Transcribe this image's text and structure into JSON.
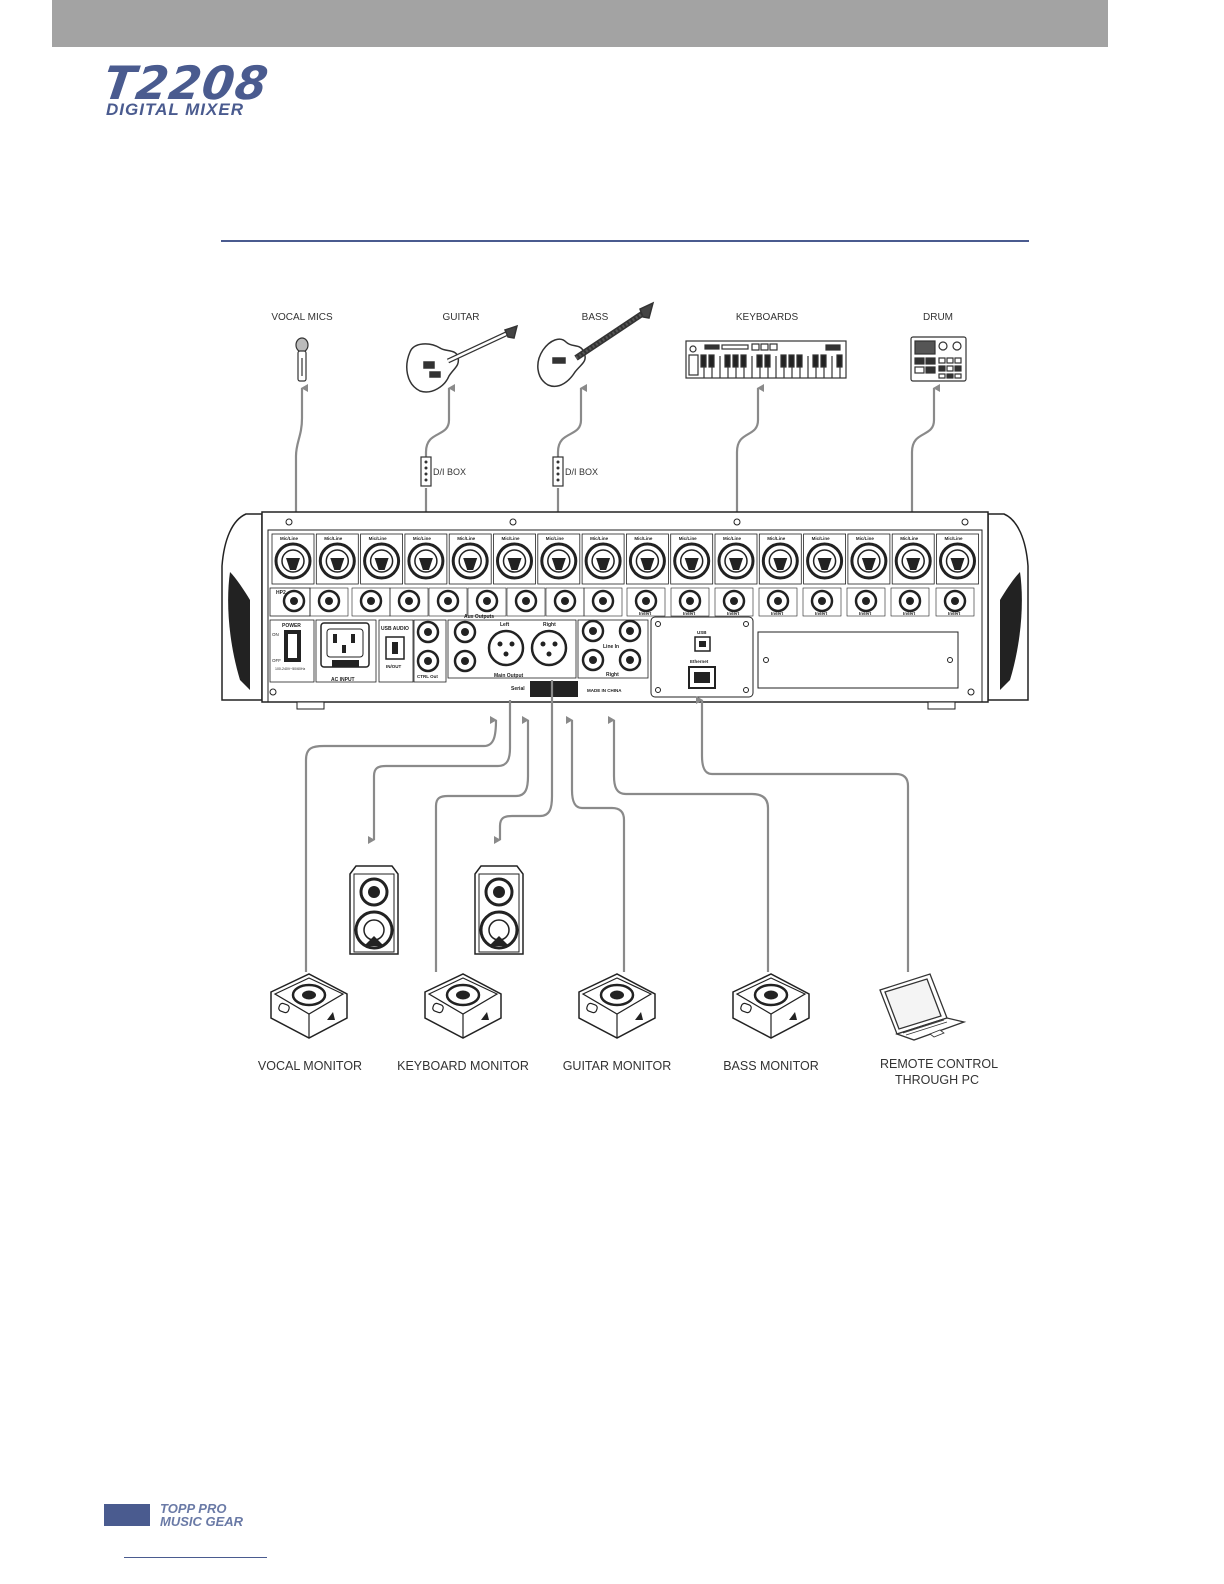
{
  "header": {
    "model": "T2208",
    "subtitle": "DIGITAL MIXER"
  },
  "sources": [
    {
      "label": "VOCAL MICS",
      "icon": "microphone-icon"
    },
    {
      "label": "GUITAR",
      "icon": "electric-guitar-icon"
    },
    {
      "label": "BASS",
      "icon": "bass-guitar-icon"
    },
    {
      "label": "KEYBOARDS",
      "icon": "keyboard-synth-icon"
    },
    {
      "label": "DRUM",
      "icon": "drum-machine-icon"
    }
  ],
  "di_box_label": "D/I BOX",
  "outputs": [
    {
      "label": "VOCAL MONITOR",
      "icon": "floor-monitor-icon"
    },
    {
      "label": "KEYBOARD MONITOR",
      "icon": "floor-monitor-icon"
    },
    {
      "label": "GUITAR MONITOR",
      "icon": "floor-monitor-icon"
    },
    {
      "label": "BASS MONITOR",
      "icon": "floor-monitor-icon"
    },
    {
      "label": "REMOTE CONTROL",
      "label2": "THROUGH PC",
      "icon": "laptop-icon"
    }
  ],
  "main_speakers": [
    "studio-speaker-icon",
    "studio-speaker-icon"
  ],
  "mixer_panel": {
    "channel_label": "Mic/Line",
    "hp_label": "HP2",
    "aux_label": "Aux Outputs",
    "power_label": "POWER",
    "on_label": "ON",
    "off_label": "OFF",
    "power_spec": "100-240V~50/60Hz",
    "ac_label": "AC INPUT",
    "usb_audio_label": "USB AUDIO",
    "in_out_label": "IN/OUT",
    "ctrl_out_label": "CTRL Out",
    "left_label": "Left",
    "right_label": "Right",
    "main_output_label": "Main Output",
    "serial_label": "Serial",
    "made_in_label": "MADE IN CHINA",
    "usb_label": "USB",
    "ethernet_label": "Ethernet",
    "insert_label": "Insert",
    "line_in_label": "Line In"
  },
  "footer": {
    "brand_line1": "TOPP PRO",
    "brand_line2": "MUSIC GEAR"
  },
  "colors": {
    "accent": "#4a5b8f",
    "topbar": "#a3a3a3",
    "cable": "#8a8a8a"
  }
}
